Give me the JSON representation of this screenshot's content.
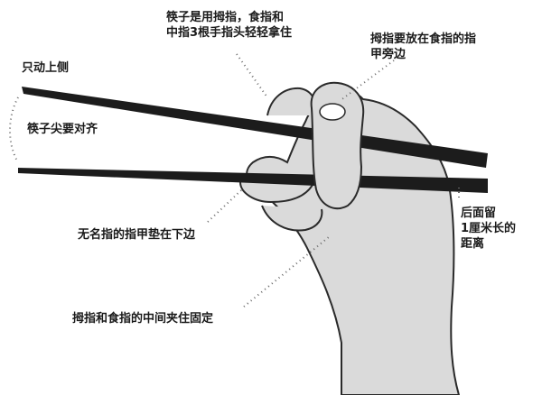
{
  "labels": {
    "thumb_index_middle": "筷子是用拇指，食指和\n中指3根手指头轻轻拿住",
    "thumb_position": "拇指要放在食指的指\n甲旁边",
    "upper_only": "只动上侧",
    "tips_aligned": "筷子尖要对齐",
    "ring_nail": "无名指的指甲垫在下边",
    "back_distance": "后面留\n1厘米长的\n距离",
    "pinch_fix": "拇指和食指的中间夹住固定"
  },
  "colors": {
    "chopstick": "#1c1c1c",
    "hand_fill": "#dadada",
    "outline": "#2a2a2a",
    "leader": "#666666"
  },
  "icons": [
    "hand-illustration",
    "chopstick-upper",
    "chopstick-lower"
  ]
}
